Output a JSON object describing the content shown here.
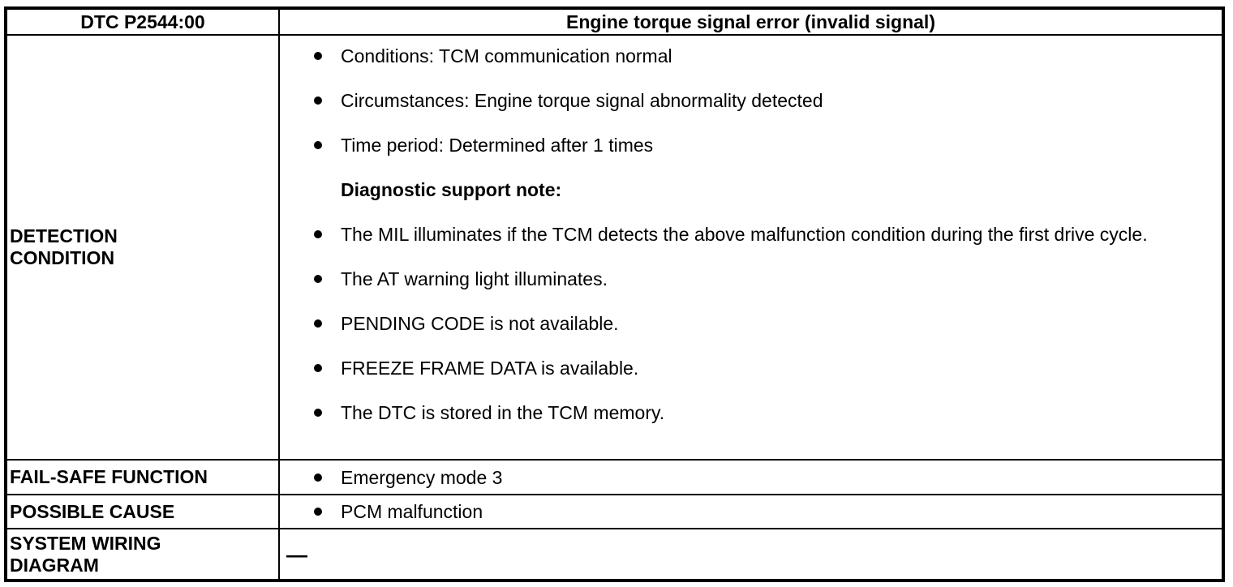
{
  "colors": {
    "border": "#000000",
    "background": "#ffffff",
    "text": "#000000",
    "bullet": "#000000"
  },
  "table": {
    "header": {
      "code": "DTC P2544:00",
      "title": "Engine torque signal error (invalid signal)"
    },
    "detection": {
      "label": "DETECTION CONDITION",
      "items": [
        "Conditions: TCM communication normal",
        "Circumstances: Engine torque signal abnormality detected",
        "Time period: Determined after 1 times"
      ],
      "note": "Diagnostic support note:",
      "note_items": [
        "The MIL illuminates if the TCM detects the above malfunction condition during the first drive cycle.",
        "The AT warning light illuminates.",
        "PENDING CODE is not available.",
        "FREEZE FRAME DATA is available.",
        "The DTC is stored in the TCM memory."
      ]
    },
    "fail_safe": {
      "label": "FAIL-SAFE FUNCTION",
      "items": [
        "Emergency mode 3"
      ]
    },
    "possible_cause": {
      "label": "POSSIBLE CAUSE",
      "items": [
        "PCM malfunction"
      ]
    },
    "system_wiring": {
      "label": "SYSTEM WIRING DIAGRAM",
      "value": "—"
    }
  }
}
